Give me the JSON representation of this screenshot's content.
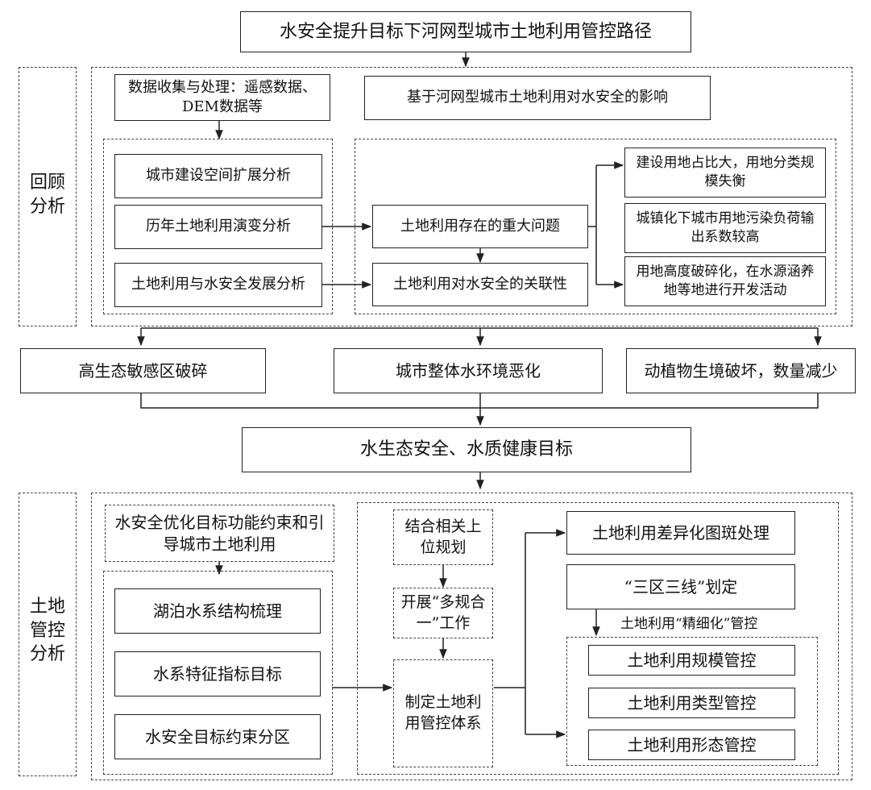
{
  "title": "水安全提升目标下河网型城市土地利用管控路径",
  "review": {
    "side_label": "回顾\n分析",
    "data_collection": "数据收集与处理：遥感数据、DEM数据等",
    "impact": "基于河网型城市土地利用对水安全的影响",
    "analyses": [
      "城市建设空间扩展分析",
      "历年土地利用演变分析",
      "土地利用与水安全发展分析"
    ],
    "major_problems": "土地利用存在的重大问题",
    "correlation": "土地利用对水安全的关联性",
    "problems": [
      "建设用地占比大，用地分类规模失衡",
      "城镇化下城市用地污染负荷输出系数较高",
      "用地高度破碎化，在水源涵养地等地进行开发活动"
    ]
  },
  "consequences": [
    "高生态敏感区破碎",
    "城市整体水环境恶化",
    "动植物生境破坏，数量减少"
  ],
  "goal": "水生态安全、水质健康目标",
  "control": {
    "side_label": "土地\n管控\n分析",
    "guide": "水安全优化目标功能约束和引导城市土地利用",
    "water_items": [
      "湖泊水系结构梳理",
      "水系特征指标目标",
      "水安全目标约束分区"
    ],
    "plan_combine": "结合相关上位规划",
    "multi_plan": "开展“多规合一”工作",
    "system": "制定土地利用管控体系",
    "patch": "土地利用差异化图斑处理",
    "zones": "“三区三线”划定",
    "fine_label": "土地利用“精细化”管控",
    "fine_items": [
      "土地利用规模管控",
      "土地利用类型管控",
      "土地利用形态管控"
    ]
  }
}
